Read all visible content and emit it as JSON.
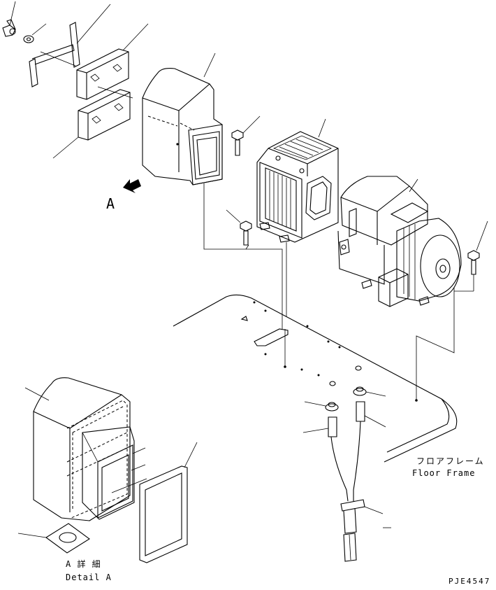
{
  "labels": {
    "view_marker": "A",
    "floor_frame_jp": "フロアフレーム",
    "floor_frame_en": "Floor Frame",
    "detail_jp": "A 詳 細",
    "detail_en": "Detail A",
    "part_number": "PJE4547"
  }
}
